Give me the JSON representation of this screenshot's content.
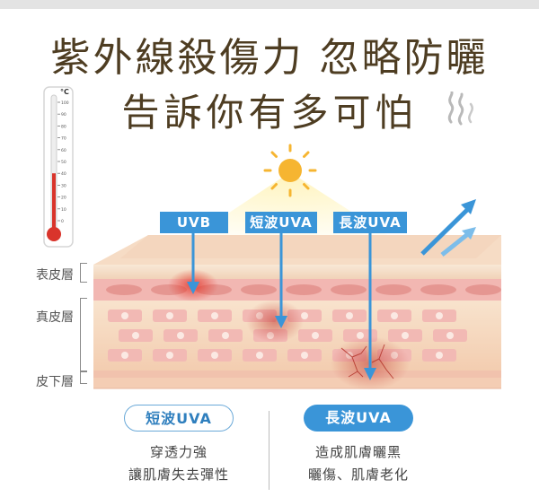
{
  "headline": {
    "line1": "紫外線殺傷力 忽略防曬",
    "line2": "告訴你有多可怕"
  },
  "thermometer": {
    "unit": "°C",
    "ticks": [
      "100",
      "90",
      "80",
      "70",
      "60",
      "50",
      "40",
      "30",
      "20",
      "10",
      "0"
    ],
    "level": 40
  },
  "rays": {
    "uvb": "UVB",
    "short_uva": "短波UVA",
    "long_uva": "長波UVA"
  },
  "layers": {
    "epidermis": "表皮層",
    "dermis": "真皮層",
    "subcutaneous": "皮下層"
  },
  "comparison": {
    "short": {
      "title": "短波UVA",
      "line1": "穿透力強",
      "line2": "讓肌膚失去彈性"
    },
    "long": {
      "title": "長波UVA",
      "line1": "造成肌膚曬黑",
      "line2": "曬傷、肌膚老化"
    }
  },
  "colors": {
    "headline": "#4e3d22",
    "accent_blue": "#3a95d8",
    "epidermis": "#f6d9c2",
    "dermis_band": "#f1b6b3",
    "damage": "#d8362a"
  }
}
